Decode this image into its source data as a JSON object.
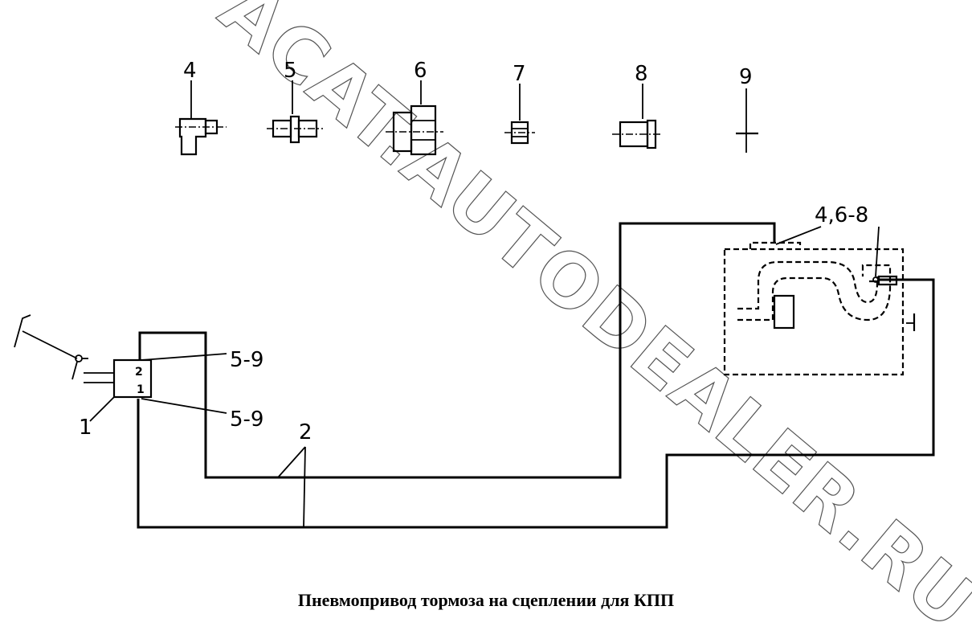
{
  "watermark": "ACAT.AUTODEALER.RU",
  "caption": "Пневмопривод тормоза на сцеплении для КПП",
  "parts": [
    "4",
    "5",
    "6",
    "7",
    "8",
    "9"
  ],
  "callouts": {
    "upper_fittings": "5-9",
    "lower_fittings": "5-9",
    "valve": "1",
    "pipes": "2",
    "box_fittings": "4,6-8"
  },
  "valve_ports": {
    "top": "2",
    "bottom": "1"
  }
}
